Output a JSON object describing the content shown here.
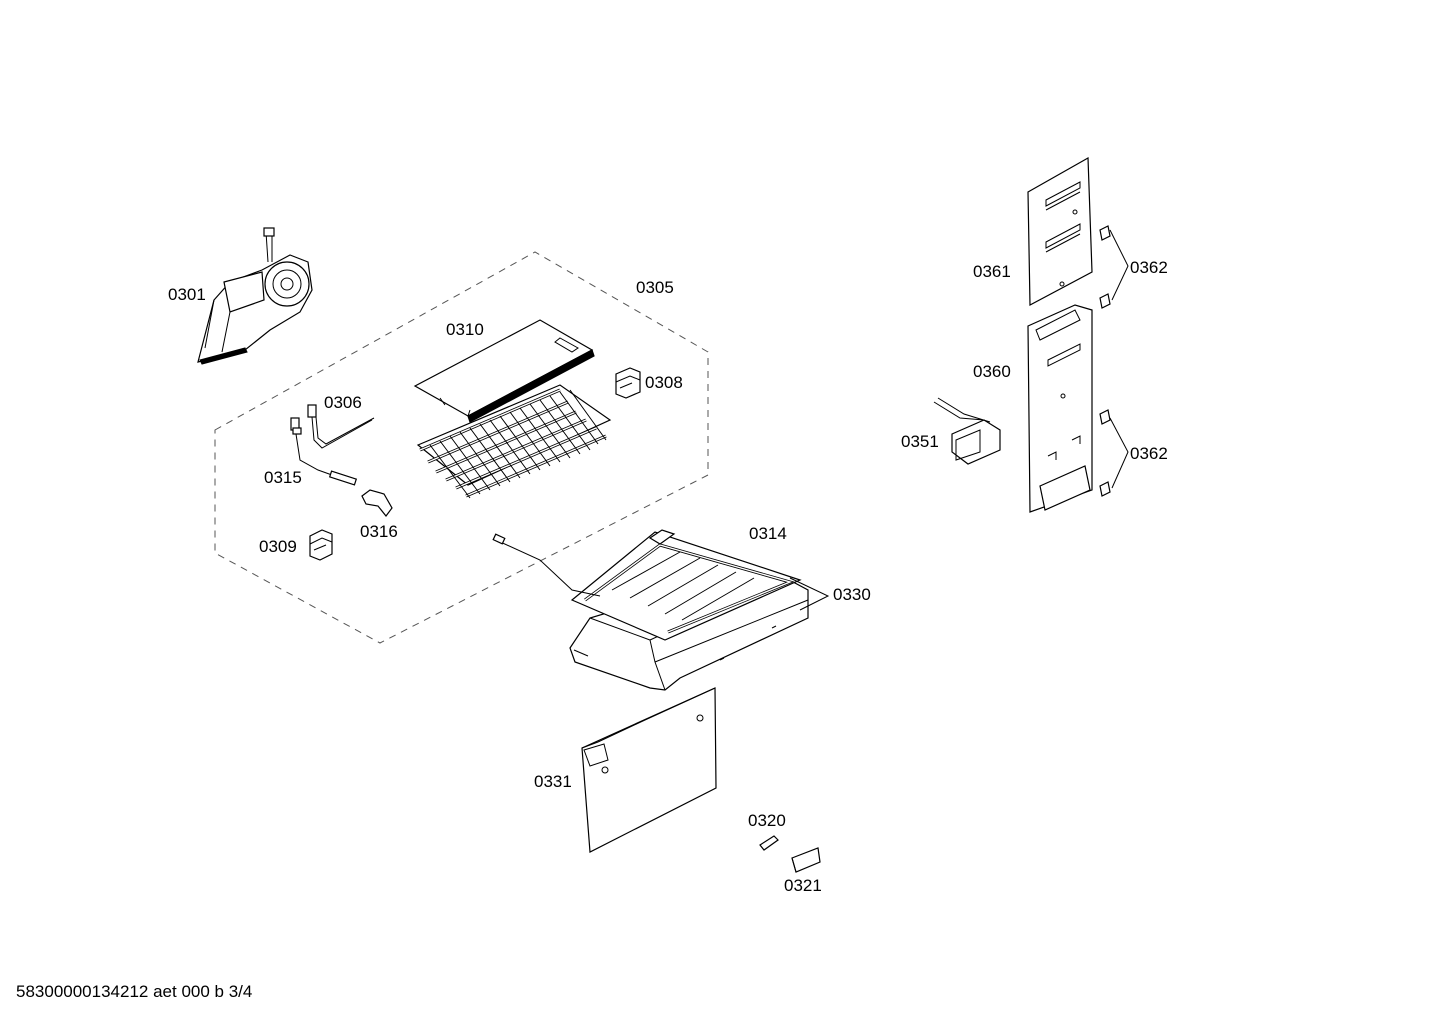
{
  "labels": {
    "p0301": "0301",
    "p0305": "0305",
    "p0306": "0306",
    "p0308": "0308",
    "p0309": "0309",
    "p0310": "0310",
    "p0314": "0314",
    "p0315": "0315",
    "p0316": "0316",
    "p0320": "0320",
    "p0321": "0321",
    "p0330": "0330",
    "p0331": "0331",
    "p0351": "0351",
    "p0360": "0360",
    "p0361": "0361",
    "p0362_top": "0362",
    "p0362_bottom": "0362"
  },
  "footer": "58300000134212 aet 000 b 3/4"
}
